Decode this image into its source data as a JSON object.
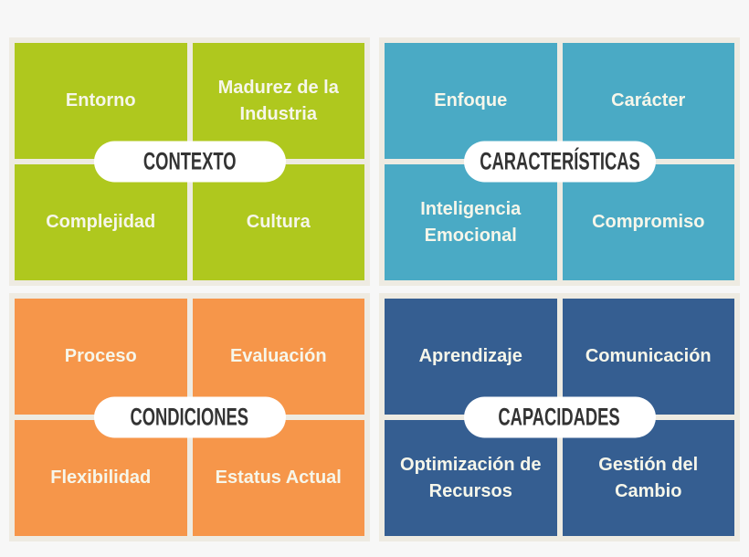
{
  "colors": {
    "background": "#f7f7f7",
    "frame": "#eeebe2",
    "pill": "#ffffff",
    "pill_text": "#333333",
    "cell_text": "#f6f6ea"
  },
  "quadrants": [
    {
      "id": "contexto",
      "title": "CONTEXTO",
      "color": "#afc81e",
      "items": [
        "Entorno",
        "Madurez de la\nIndustria",
        "Complejidad",
        "Cultura"
      ]
    },
    {
      "id": "caracteristicas",
      "title": "CARACTERÍSTICAS",
      "color": "#4aaac5",
      "items": [
        "Enfoque",
        "Carácter",
        "Inteligencia\nEmocional",
        "Compromiso"
      ]
    },
    {
      "id": "condiciones",
      "title": "CONDICIONES",
      "color": "#f6964a",
      "items": [
        "Proceso",
        "Evaluación",
        "Flexibilidad",
        "Estatus Actual"
      ]
    },
    {
      "id": "capacidades",
      "title": "CAPACIDADES",
      "color": "#355e91",
      "items": [
        "Aprendizaje",
        "Comunicación",
        "Optimización de\nRecursos",
        "Gestión del\nCambio"
      ]
    }
  ]
}
